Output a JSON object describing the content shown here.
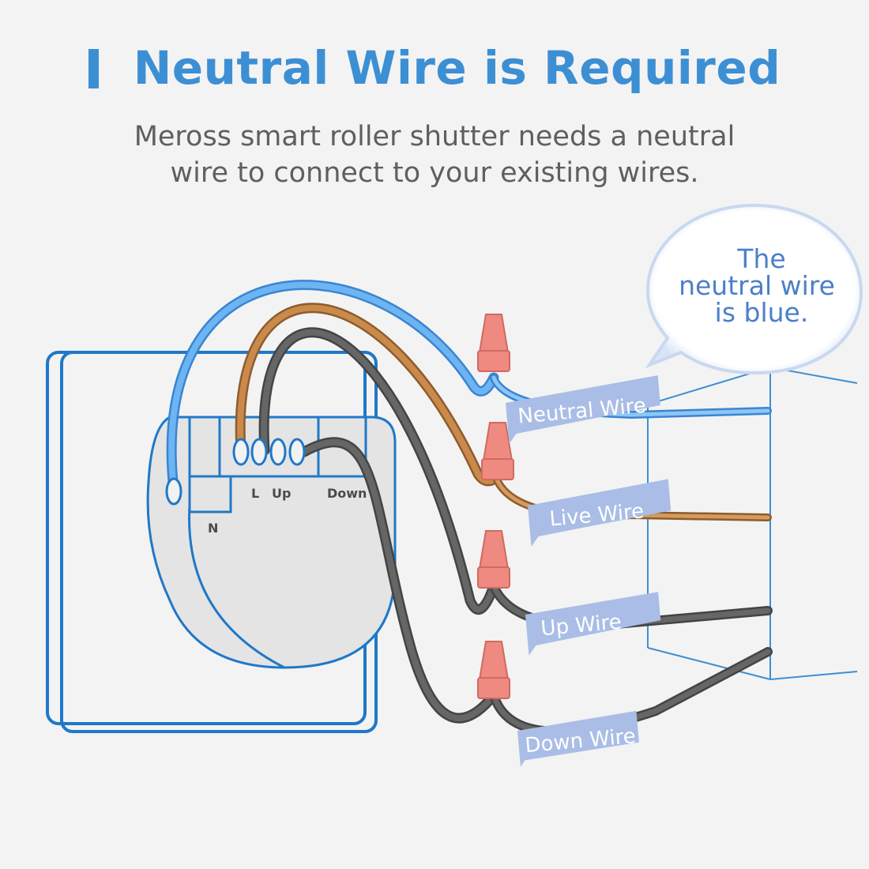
{
  "header": {
    "title": "Neutral Wire is Required",
    "subtitle_line1": "Meross smart roller shutter needs a neutral",
    "subtitle_line2": "wire to connect to your existing wires."
  },
  "module": {
    "terminal_n": "N",
    "terminal_l": "L",
    "terminal_up": "Up",
    "terminal_down": "Down"
  },
  "wire_tags": {
    "neutral": "Neutral Wire",
    "live": "Live Wire",
    "up": "Up Wire",
    "down": "Down Wire"
  },
  "bubble": {
    "line1": "The",
    "line2": "neutral wire",
    "line3": "is blue."
  },
  "colors": {
    "accent": "#3d8fd4",
    "neutral_wire": "#5aa7ec",
    "live_wire": "#c88445",
    "switched_wire": "#5e5e5e",
    "wire_nut": "#ee8a80",
    "tag": "#a9bde6"
  }
}
